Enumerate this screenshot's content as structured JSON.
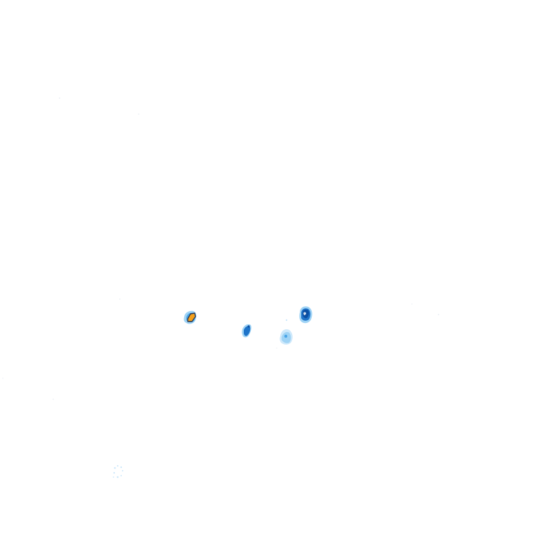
{
  "map": {
    "type": "precipitation-radar-tile",
    "background": "#ffffff",
    "legend_colors": {
      "very_light": "#cfe9fb",
      "light": "#9fd3f5",
      "moderate": "#4aa6e8",
      "heavy": "#1f74c9",
      "very_heavy": "#0b4fa3",
      "extreme": "#f4a01c",
      "outline": "#2b3a55"
    },
    "cells": [
      {
        "name": "storm-cell-west",
        "intensity": "extreme"
      },
      {
        "name": "storm-cell-center",
        "intensity": "heavy"
      },
      {
        "name": "storm-cell-south",
        "intensity": "light"
      },
      {
        "name": "storm-cell-east",
        "intensity": "very_heavy"
      },
      {
        "name": "drizzle-patch-southwest",
        "intensity": "very_light"
      }
    ]
  }
}
